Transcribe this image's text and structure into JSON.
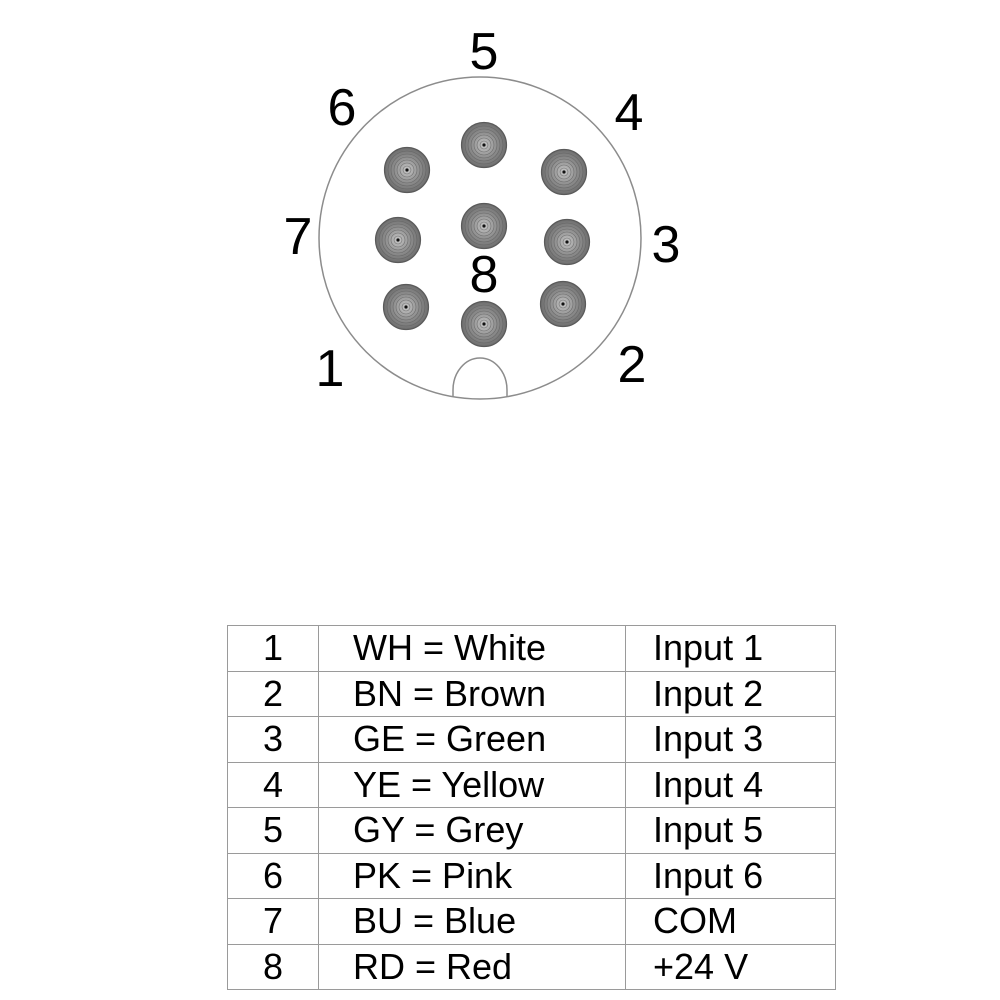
{
  "connector": {
    "pin_labels": [
      "1",
      "2",
      "3",
      "4",
      "5",
      "6",
      "7",
      "8"
    ],
    "colors": {
      "outline": "#8c8c8c",
      "pin_fill": "#8a8a8a",
      "pin_ring": "#5a5a5a",
      "background": "#ffffff"
    }
  },
  "pin_table": {
    "rows": [
      {
        "pin": "1",
        "color": "WH = White",
        "function": "Input 1"
      },
      {
        "pin": "2",
        "color": "BN = Brown",
        "function": "Input 2"
      },
      {
        "pin": "3",
        "color": "GE = Green",
        "function": "Input 3"
      },
      {
        "pin": "4",
        "color": "YE = Yellow",
        "function": "Input 4"
      },
      {
        "pin": "5",
        "color": "GY = Grey",
        "function": "Input 5"
      },
      {
        "pin": "6",
        "color": "PK = Pink",
        "function": "Input 6"
      },
      {
        "pin": "7",
        "color": "BU = Blue",
        "function": "COM"
      },
      {
        "pin": "8",
        "color": "RD = Red",
        "function": "+24 V"
      }
    ]
  }
}
